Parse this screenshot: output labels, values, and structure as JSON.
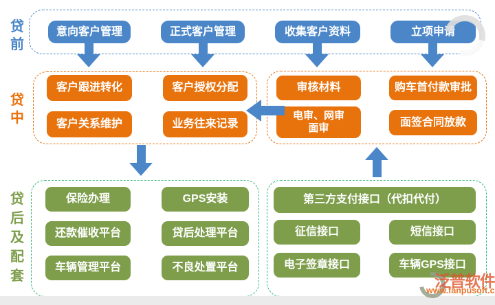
{
  "colors": {
    "blue": "#4a86c8",
    "orange": "#e8720c",
    "olive_green": "#7e9e4c",
    "green_border": "#2bb673"
  },
  "groups": {
    "pre": {
      "label": "贷前",
      "items": [
        "意向客户管理",
        "正式客户管理",
        "收集客户资料",
        "立项申请"
      ]
    },
    "mid": {
      "label": "贷中",
      "left": [
        "客户跟进转化",
        "客户授权分配",
        "客户关系维护",
        "业务往来记录"
      ],
      "right": [
        "审核材料",
        "购车首付款审批",
        "电审、网审\n面审",
        "面签合同放款"
      ]
    },
    "post": {
      "label": "贷后及配套",
      "left": [
        "保险办理",
        "GPS安装",
        "还款催收平台",
        "贷后处理平台",
        "车辆管理平台",
        "不良处置平台"
      ],
      "right_wide": "第三方支付接口（代扣代付）",
      "right": [
        "征信接口",
        "短信接口",
        "电子签章接口",
        "车辆GPS接口"
      ]
    }
  },
  "watermark": {
    "brand": "泛普软件",
    "url": "www.fanpusoft.com"
  }
}
